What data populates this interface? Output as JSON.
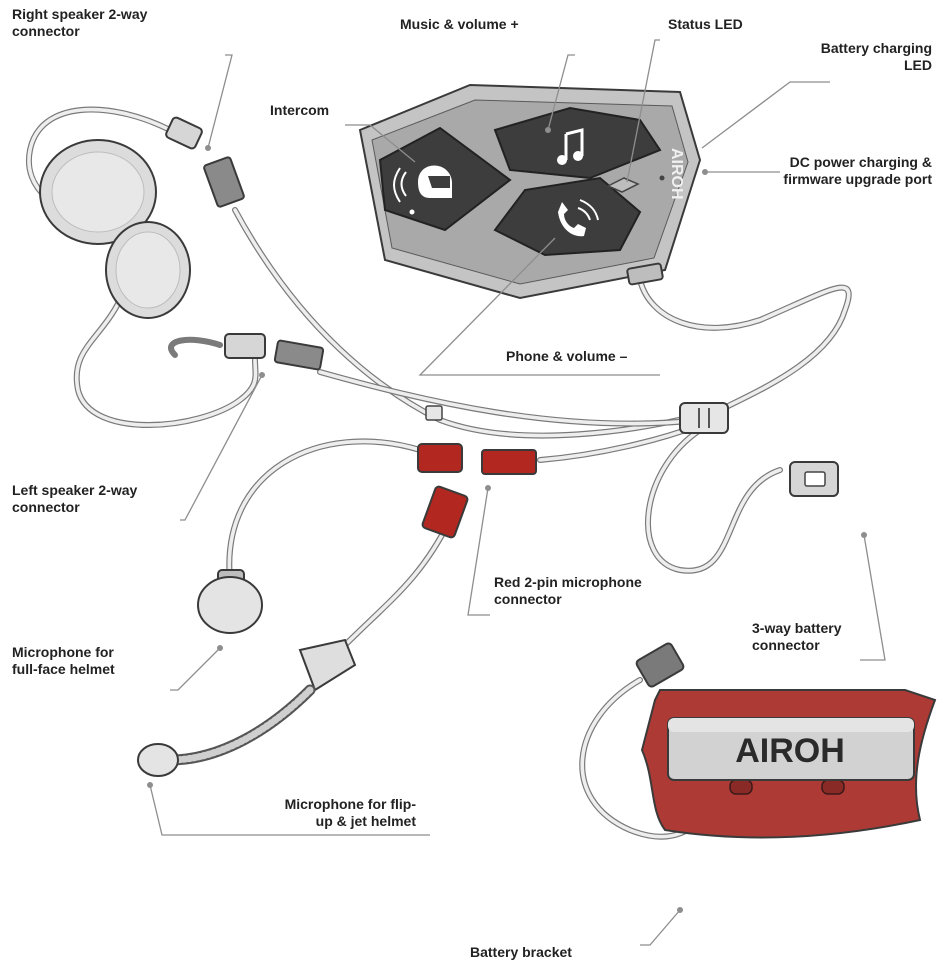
{
  "labels": {
    "right_speaker": "Right speaker 2-way\nconnector",
    "music": "Music & volume +",
    "status_led": "Status LED",
    "battery_led": "Battery charging\nLED",
    "intercom": "Intercom",
    "dc_port": "DC power charging &\nfirmware upgrade port",
    "phone": "Phone & volume –",
    "left_speaker": "Left speaker 2-way\nconnector",
    "red_connector": "Red 2-pin microphone\nconnector",
    "battery_3way": "3-way battery\nconnector",
    "mic_fullface": "Microphone for\nfull-face helmet",
    "mic_flipup": "Microphone for flip-\nup & jet helmet",
    "battery_bracket": "Battery bracket"
  },
  "device_logo": "AIROH",
  "battery_logo": "AIROH",
  "colors": {
    "red_connector": "#b2271f",
    "bracket_red": "#ae3a35",
    "device_dark": "#3d3d3d",
    "device_grey": "#a9a9a9",
    "cable_grey": "#dcdcdc"
  },
  "icons": [
    "intercom-helmet-icon",
    "music-note-icon",
    "phone-icon",
    "status-led-icon"
  ]
}
